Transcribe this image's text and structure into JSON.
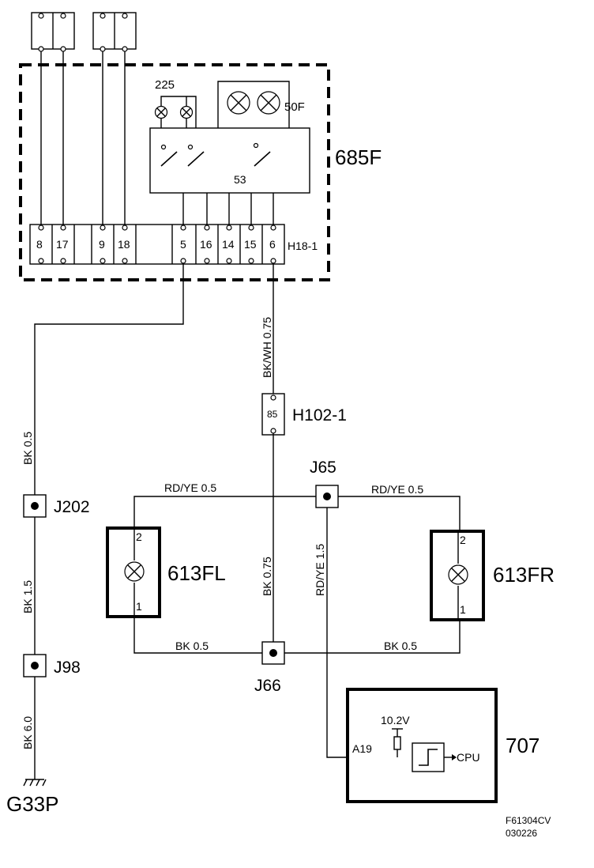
{
  "components": {
    "module_685F": "685F",
    "connector_H18_1": "H18-1",
    "bulbs_225": "225",
    "bulbs_50F": "50F",
    "label_53": "53",
    "connector_H102_1": "H102-1",
    "pin_85": "85",
    "junction_J65": "J65",
    "junction_J66": "J66",
    "junction_J202": "J202",
    "junction_J98": "J98",
    "lamp_613FL": "613FL",
    "lamp_613FR": "613FR",
    "module_707": "707",
    "ground_G33P": "G33P",
    "voltage_10_2V": "10.2V",
    "pin_A19": "A19",
    "cpu": "CPU"
  },
  "connector_pins": [
    "8",
    "17",
    "9",
    "18",
    "5",
    "16",
    "14",
    "15",
    "6"
  ],
  "lamp_pins": {
    "fl_top": "2",
    "fl_bottom": "1",
    "fr_top": "2",
    "fr_bottom": "1"
  },
  "wires": {
    "bkwh_075": "BK/WH 0.75",
    "bk_05_left": "BK  0.5",
    "bk_15": "BK  1.5",
    "bk_60": "BK 6.0",
    "rdye_05_left": "RD/YE   0.5",
    "rdye_05_right": "RD/YE   0.5",
    "bk_075": "BK  0.75",
    "rdye_15": "RD/YE  1.5",
    "bk_05_bottom_left": "BK   0.5",
    "bk_05_bottom_right": "BK   0.5"
  },
  "footer": {
    "code": "F61304CV",
    "date": "030226"
  }
}
